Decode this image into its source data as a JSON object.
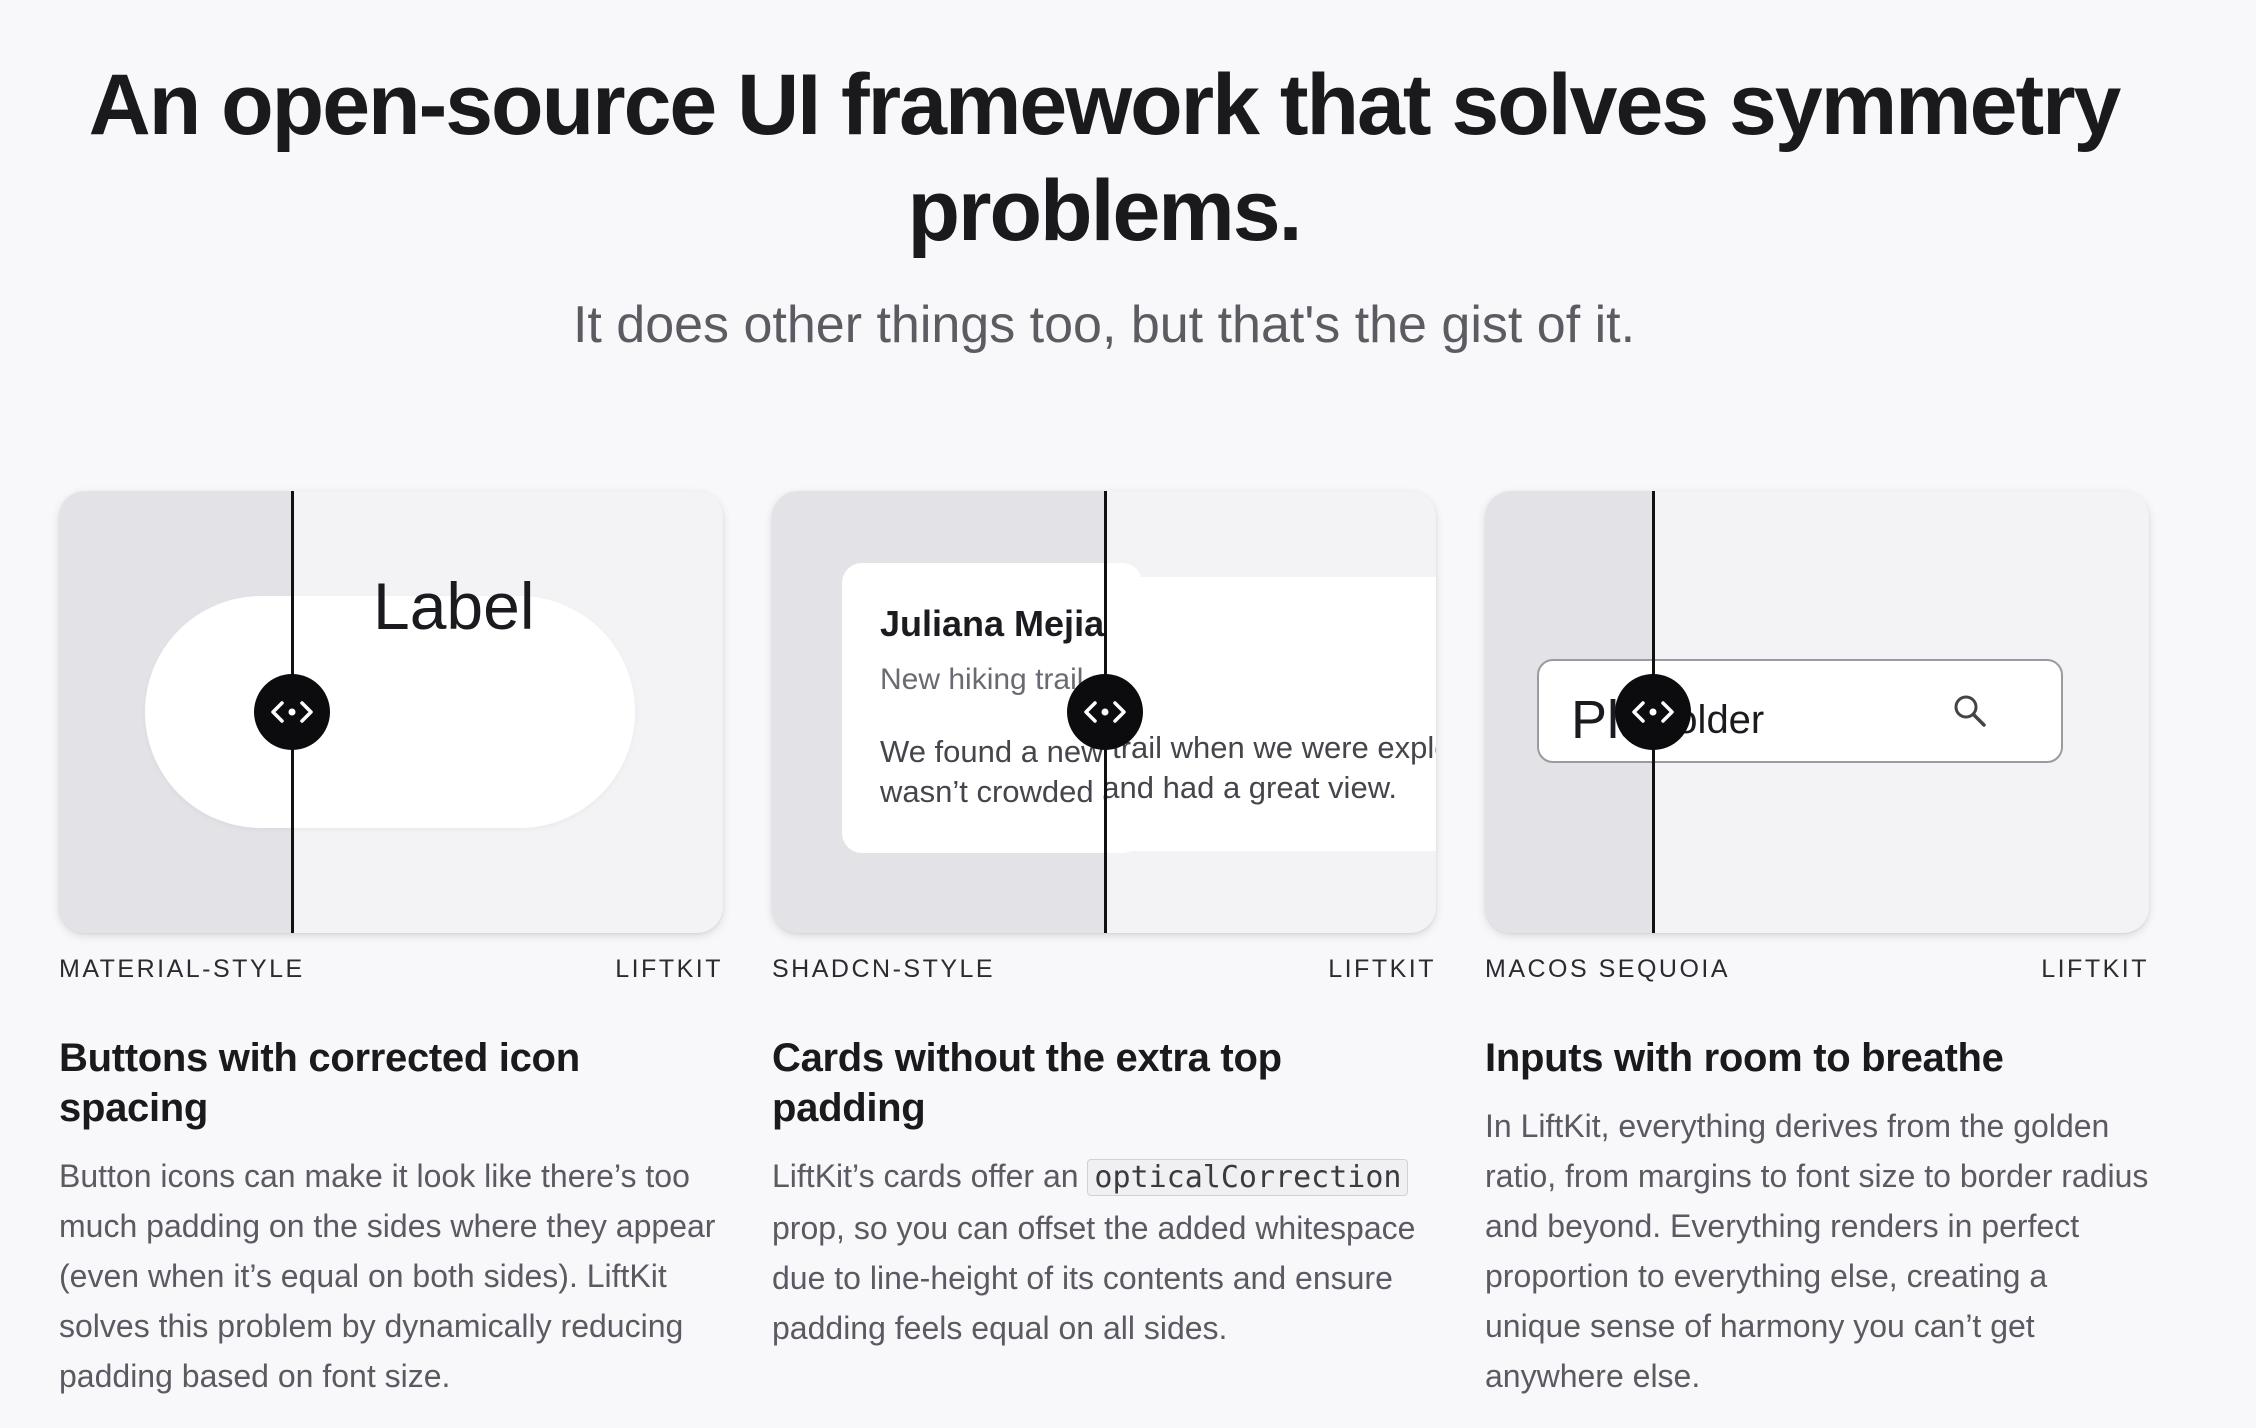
{
  "hero": {
    "title_line1": "An open-source UI framework that solves symmetry",
    "title_line2": "problems.",
    "subtitle": "It does other things too, but that's the gist of it."
  },
  "cards": [
    {
      "demo": {
        "button_label": "Label"
      },
      "tag_left": "MATERIAL-STYLE",
      "tag_right": "LIFTKIT",
      "title": "Buttons with corrected icon spacing",
      "body": "Button icons can make it look like there’s too much padding on the sides where they appear (even when it’s equal on both sides). LiftKit solves this problem by dynamically reducing padding based on font size."
    },
    {
      "demo": {
        "name": "Juliana Mejia",
        "subtitle": "New hiking trail",
        "body_line1": "We found a new trail when we were exploring. It",
        "body_line2": "wasn’t crowded and had a great view."
      },
      "tag_left": "SHADCN-STYLE",
      "tag_right": "LIFTKIT",
      "title": "Cards without the extra top padding",
      "body_before": "LiftKit’s cards offer an",
      "code": "opticalCorrection",
      "body_after": "prop, so you can offset the added whitespace due to line-height of its contents and ensure padding feels equal on all sides."
    },
    {
      "demo": {
        "placeholder": "Placeholder",
        "icon": "search-icon"
      },
      "tag_left": "MACOS SEQUOIA",
      "tag_right": "LIFTKIT",
      "title": "Inputs with room to breathe",
      "body": "In LiftKit, everything derives from the golden ratio, from margins to font size to border radius and beyond. Everything renders in perfect proportion to everything else, creating a unique sense of harmony you can’t get anywhere else."
    }
  ],
  "colors": {
    "handle": "#0c0c0e",
    "left_shade": "#e3e3e7",
    "right_bg": "#f3f3f6"
  }
}
